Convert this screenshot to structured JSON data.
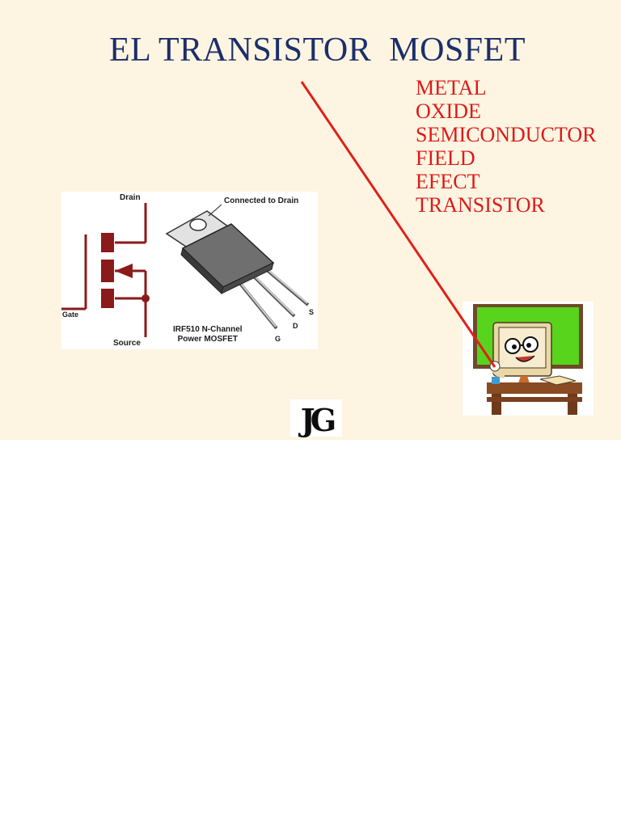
{
  "slide": {
    "title": "EL TRANSISTOR  MOSFET",
    "acronym_lines": [
      "METAL",
      "OXIDE",
      "SEMICONDUCTOR",
      "FIELD",
      "EFECT",
      "TRANSISTOR"
    ],
    "logo_text": "JG"
  },
  "figure": {
    "drain_label": "Drain",
    "connected_label": "Connected to Drain",
    "gate_label": "Gate",
    "source_label": "Source",
    "part_line1": "IRF510 N-Channel",
    "part_line2": "Power MOSFET",
    "pin_s": "S",
    "pin_d": "D",
    "pin_g": "G"
  },
  "colors": {
    "background": "#fdf5e1",
    "title": "#1c2e6b",
    "acronym": "#dd1a1a",
    "symbol": "#8b1a1a",
    "pointer": "#e0201c"
  }
}
